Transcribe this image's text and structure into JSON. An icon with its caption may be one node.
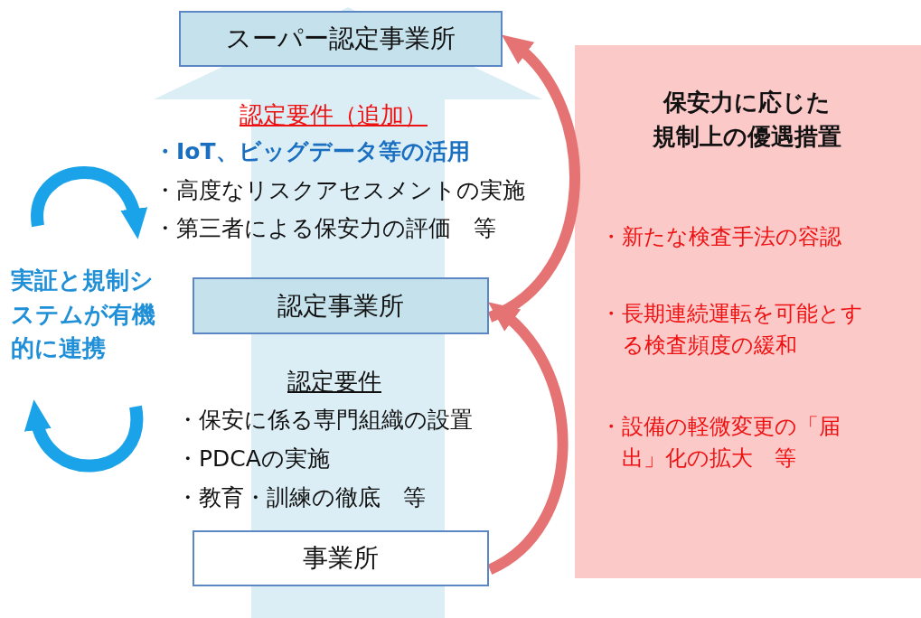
{
  "diagram": {
    "nodes": [
      {
        "text": [
          "スーパー認定事業所"
        ]
      },
      {
        "text": [
          "認定事業所"
        ]
      },
      {
        "text": [
          "事業所"
        ]
      },
      {
        "text": [
          "保安力に応じた規制上の優遇措置",
          "・新たな検査手法の容認",
          "・長期連続運転を可能とする検査頻度の緩和",
          "・設備の軽微変更の「届出」化の拡大　等"
        ]
      }
    ],
    "edges": [
      {
        "from": 2,
        "to": 1,
        "arrow": "to"
      },
      {
        "from": 1,
        "to": 0,
        "arrow": "to"
      }
    ],
    "labels": [
      "認定要件（追加）",
      "・IoT、ビッグデータ等の活用",
      "・高度なリスクアセスメントの実施",
      "・第三者による保安力の評価　等",
      "実証と規制システムが有機的に連携",
      "認定要件",
      "・保安に係る専門組織の設置",
      "・PDCAの実施",
      "・教育・訓練の徹底　等"
    ]
  }
}
